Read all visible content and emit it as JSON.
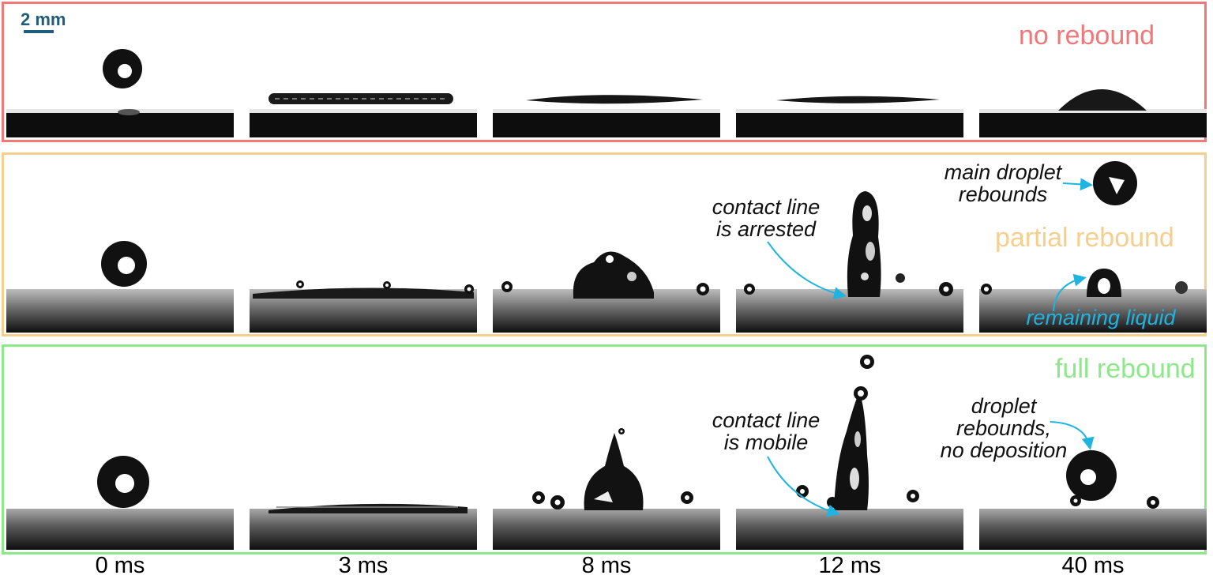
{
  "colors": {
    "no_rebound": "#f07878",
    "partial_rebound": "#f5cf8e",
    "full_rebound": "#8de88a",
    "annotation_arrow": "#1fb4e0",
    "scale_bar": "#1f5d7a"
  },
  "scale": {
    "label": "2 mm"
  },
  "rows": [
    {
      "title": "no rebound"
    },
    {
      "title": "partial rebound"
    },
    {
      "title": "full rebound"
    }
  ],
  "annotations": {
    "partial_contact_line": [
      "contact line",
      "is arrested"
    ],
    "partial_main_droplet": [
      "main droplet",
      "rebounds"
    ],
    "partial_remaining": "remaining liquid",
    "full_contact_line": [
      "contact line",
      "is mobile"
    ],
    "full_droplet": [
      "droplet",
      "rebounds,",
      "no deposition"
    ]
  },
  "time_labels": [
    "0 ms",
    "3 ms",
    "8 ms",
    "12 ms",
    "40 ms"
  ]
}
